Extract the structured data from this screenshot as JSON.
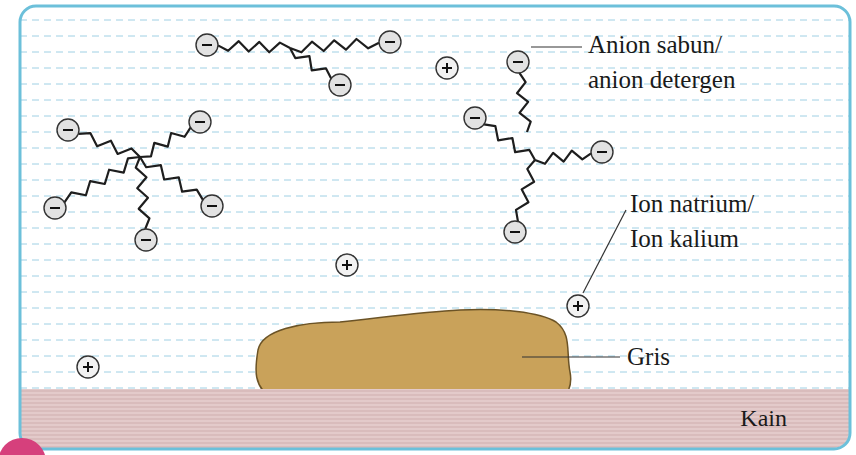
{
  "diagram": {
    "nodes": [
      {
        "text": [
          "Kain"
        ]
      }
    ],
    "labels": [
      "Anion sabun/ anion detergen",
      "Ion natrium/ Ion kalium",
      "Gris"
    ]
  }
}
